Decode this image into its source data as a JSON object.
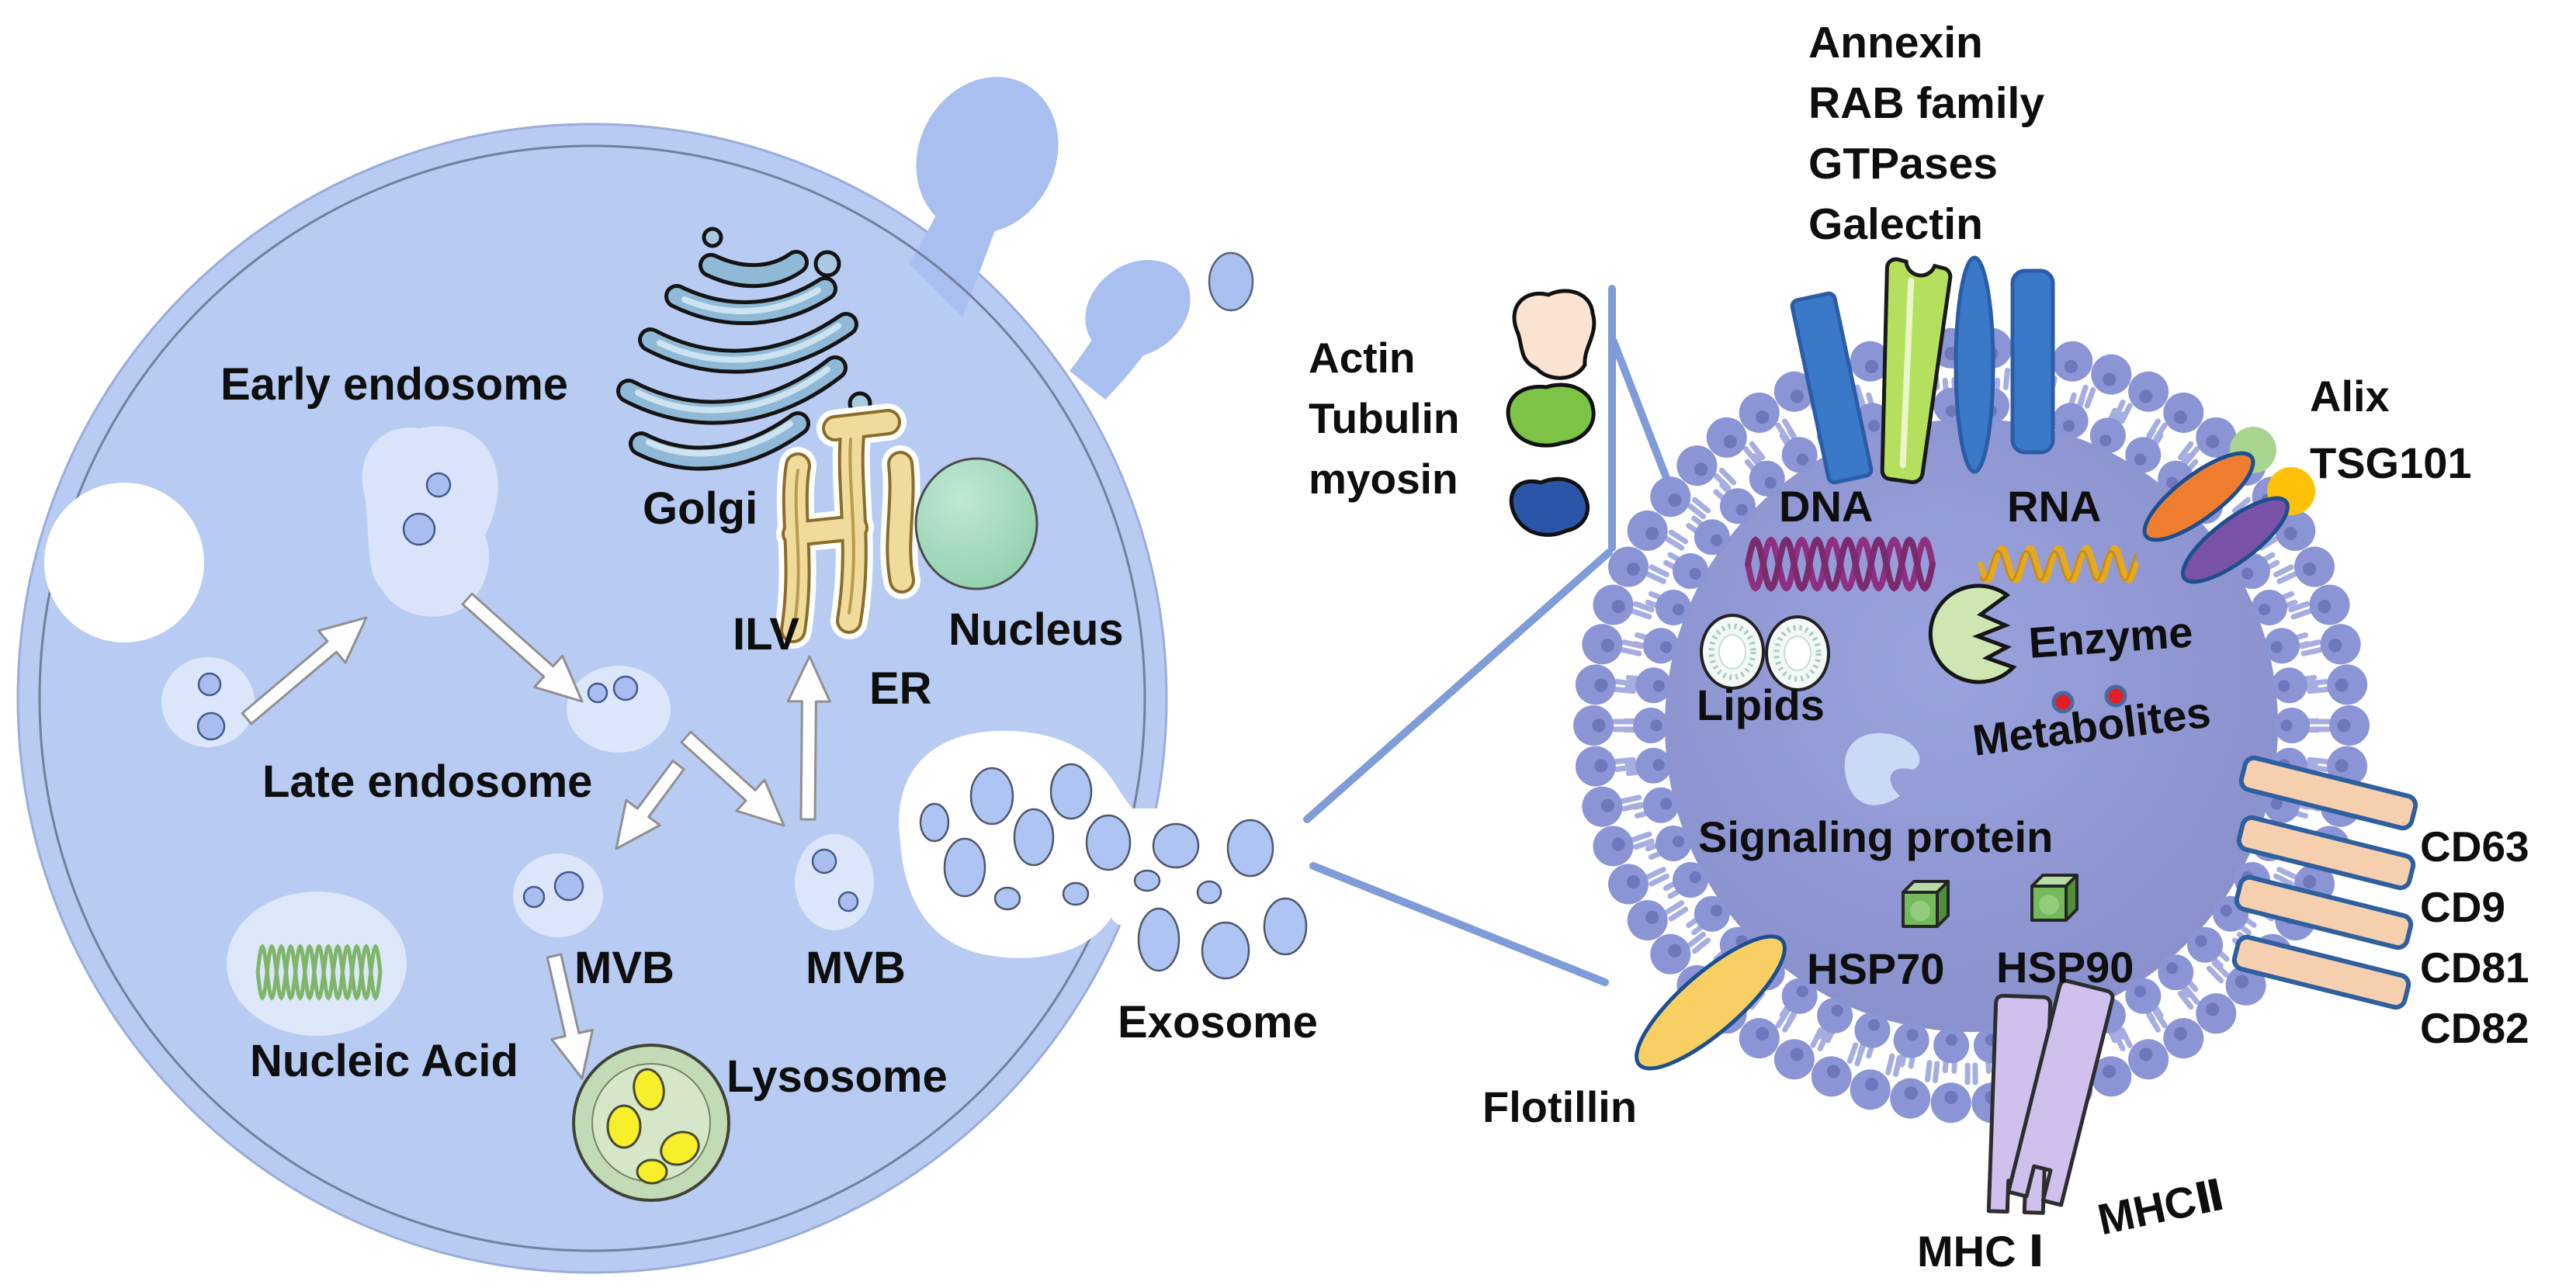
{
  "figure": {
    "left_cell": {
      "labels": {
        "early_endosome": "Early endosome",
        "golgi": "Golgi",
        "ilv": "ILV",
        "er": "ER",
        "nucleus": "Nucleus",
        "late_endosome": "Late endosome",
        "mvb_left": "MVB",
        "mvb_right": "MVB",
        "nucleic_acid": "Nucleic Acid",
        "lysosome": "Lysosome",
        "exosome": "Exosome"
      }
    },
    "exosome_detail": {
      "surface_top": [
        "Annexin",
        "RAB family",
        "GTPases",
        "Galectin"
      ],
      "cytoskeleton": [
        "Actin",
        "Tubulin",
        "myosin"
      ],
      "escrt": {
        "alix": "Alix",
        "tsg101": "TSG101"
      },
      "cargo": {
        "dna": "DNA",
        "rna": "RNA",
        "enzyme": "Enzyme",
        "lipids": "Lipids",
        "metabolites": "Metabolites",
        "signaling": "Signaling protein",
        "hsp70": "HSP70",
        "hsp90": "HSP90"
      },
      "membrane_proteins": {
        "flotillin": "Flotillin",
        "mhc1": "MHC Ⅰ",
        "mhc2": "MHCⅡ"
      },
      "tetraspanins": [
        "CD63",
        "CD9",
        "CD81",
        "CD82"
      ]
    },
    "colors": {
      "cell_fill": "#b7cbf3",
      "vesicle_fill": "#dbe6fb",
      "vesicle_dot": "#a9bdf0",
      "exosome_core": "#9098d2",
      "membrane_bead": "#8b94d4",
      "protein_blue": "#3a78c8",
      "protein_green": "#b4e05e",
      "flotillin_yellow": "#f8cf63",
      "cd_bar_peach": "#f6cfae",
      "mhc_lavender": "#cfc0ee",
      "alix_green": "#a8d48f",
      "escrt_orange": "#ee7d2f",
      "escrt_yellow": "#fec107",
      "escrt_purple": "#7a52a8",
      "dna_purple": "#8e2f7f",
      "rna_gold": "#e8a81b",
      "enzyme_green": "#cfe5b2",
      "lysosome_green": "#c3dab6",
      "metabolite_red": "#e31e26",
      "wedge_line": "#7f9cd9",
      "nucleus_green": "#9fd8ba",
      "er_yellow": "#efdb9b",
      "golgi_blue": "#8fb9d6"
    }
  }
}
